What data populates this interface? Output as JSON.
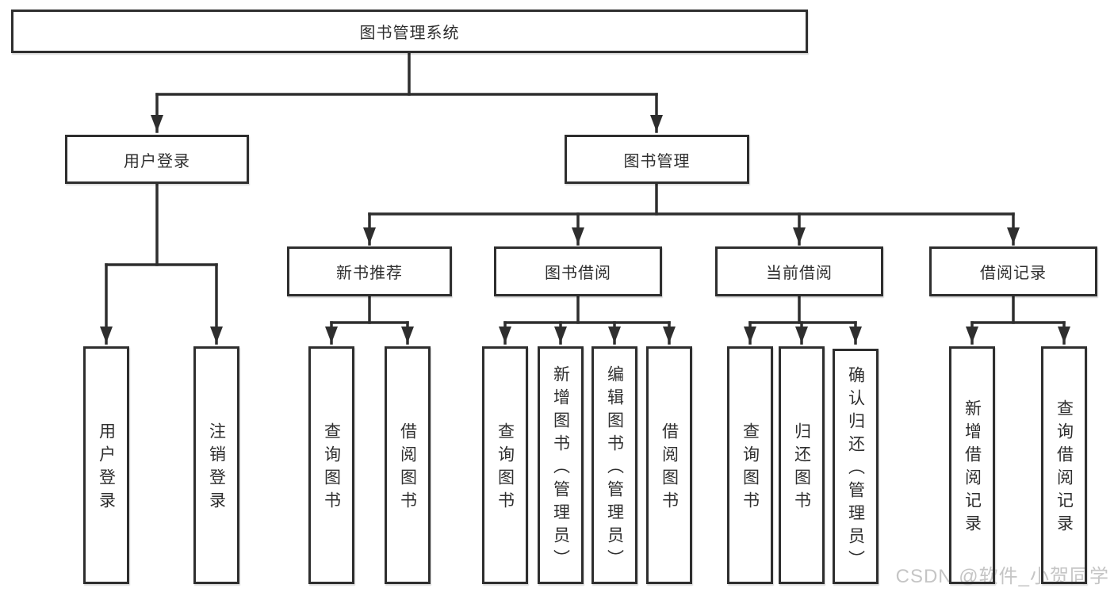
{
  "diagram": {
    "title": "图书管理系统",
    "colors": {
      "line": "#2e2e2e",
      "text": "#2f2f2f",
      "watermark": "#c5c5c5",
      "box_fill": "#ffffff"
    },
    "tree": {
      "label": "图书管理系统",
      "children": [
        {
          "label": "用户登录",
          "children": [
            {
              "label": "用户登录"
            },
            {
              "label": "注销登录"
            }
          ]
        },
        {
          "label": "图书管理",
          "children": [
            {
              "label": "新书推荐",
              "children": [
                {
                  "label": "查询图书"
                },
                {
                  "label": "借阅图书"
                }
              ]
            },
            {
              "label": "图书借阅",
              "children": [
                {
                  "label": "查询图书"
                },
                {
                  "label": "新增图书（管理员）"
                },
                {
                  "label": "编辑图书（管理员）"
                },
                {
                  "label": "借阅图书"
                }
              ]
            },
            {
              "label": "当前借阅",
              "children": [
                {
                  "label": "查询图书"
                },
                {
                  "label": "归还图书"
                },
                {
                  "label": "确认归还（管理员）"
                }
              ]
            },
            {
              "label": "借阅记录",
              "children": [
                {
                  "label": "新增借阅记录"
                },
                {
                  "label": "查询借阅记录"
                }
              ]
            }
          ]
        }
      ]
    }
  },
  "watermark": {
    "text": "CSDN @软件_小贺同学"
  }
}
